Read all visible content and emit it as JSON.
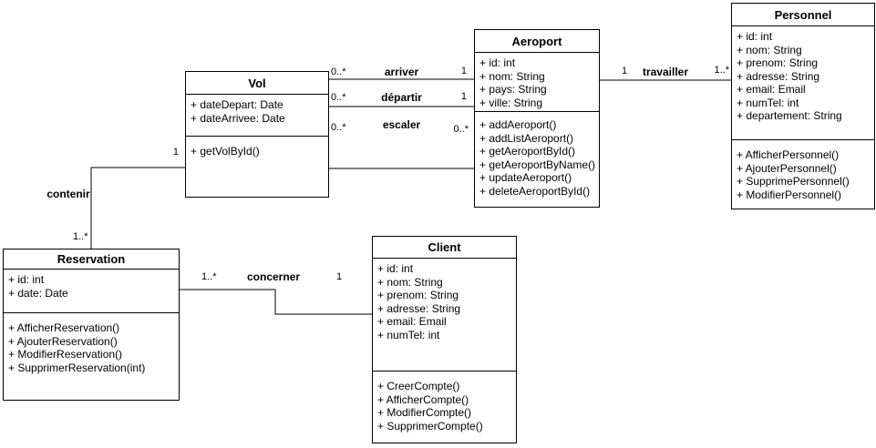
{
  "colors": {
    "stroke": "#000000",
    "fill": "#ffffff",
    "text": "#000000"
  },
  "classes": {
    "vol": {
      "name": "Vol",
      "attributes": [
        "+ dateDepart: Date",
        "+ dateArrivee: Date"
      ],
      "methods": [
        "+ getVolById()"
      ]
    },
    "aeroport": {
      "name": "Aeroport",
      "attributes": [
        "+ id: int",
        "+ nom: String",
        "+ pays: String",
        "+ ville: String"
      ],
      "methods": [
        "+ addAeroport()",
        "+ addListAeroport()",
        "+ getAeroportById()",
        "+ getAeroportByName()",
        "+ updateAeroport()",
        "+ deleteAeroportById()"
      ]
    },
    "personnel": {
      "name": "Personnel",
      "attributes": [
        "+ id: int",
        "+ nom: String",
        "+ prenom: String",
        "+ adresse: String",
        "+ email: Email",
        "+ numTel: int",
        "+ departement: String"
      ],
      "methods": [
        "+ AfficherPersonnel()",
        "+ AjouterPersonnel()",
        "+ SupprimePersonnel()",
        "+ ModifierPersonnel()"
      ]
    },
    "reservation": {
      "name": "Reservation",
      "attributes": [
        "+ id: int",
        "+ date: Date"
      ],
      "methods": [
        "+ AfficherReservation()",
        "+ AjouterReservation()",
        "+ ModifierReservation()",
        "+ SupprimerReservation(int)"
      ]
    },
    "client": {
      "name": "Client",
      "attributes": [
        "+ id: int",
        "+ nom: String",
        "+ prenom: String",
        "+ adresse: String",
        "+ email: Email",
        "+ numTel: int"
      ],
      "methods": [
        "+ CreerCompte()",
        "+ AfficherCompte()",
        "+ ModifierCompte()",
        "+ SupprimerCompte()"
      ]
    }
  },
  "associations": {
    "arriver": {
      "label": "arriver",
      "vol_mult": "0..*",
      "aeroport_mult": "1"
    },
    "departir": {
      "label": "départir",
      "vol_mult": "0..*",
      "aeroport_mult": "1"
    },
    "escaler": {
      "label": "escaler",
      "vol_mult": "0..*",
      "aeroport_mult": "0..*"
    },
    "travailler": {
      "label": "travailler",
      "aeroport_mult": "1",
      "personnel_mult": "1..*"
    },
    "contenir": {
      "label": "contenir",
      "vol_mult": "1",
      "reservation_mult": "1..*"
    },
    "concerner": {
      "label": "concerner",
      "reservation_mult": "1..*",
      "client_mult": "1"
    }
  }
}
